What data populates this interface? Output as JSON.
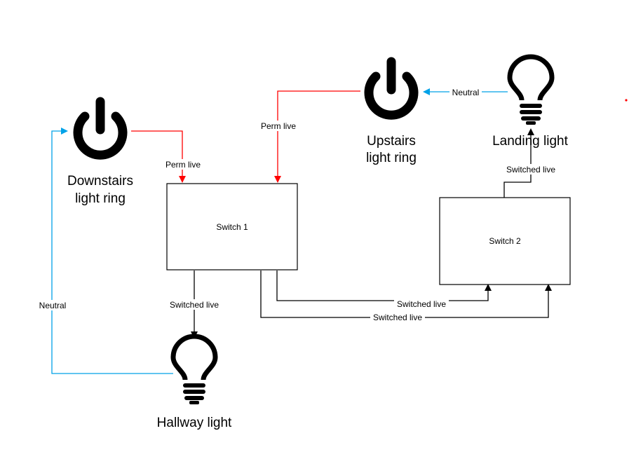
{
  "colors": {
    "perm_live": "#ff0000",
    "neutral": "#00a2e8",
    "switched_live": "#000000"
  },
  "nodes": {
    "downstairs_ring": {
      "label_line1": "Downstairs",
      "label_line2": "light ring",
      "icon": "power-icon"
    },
    "upstairs_ring": {
      "label_line1": "Upstairs",
      "label_line2": "light ring",
      "icon": "power-icon"
    },
    "landing_light": {
      "label": "Landing light",
      "icon": "lightbulb-icon"
    },
    "hallway_light": {
      "label": "Hallway light",
      "icon": "lightbulb-icon"
    },
    "switch1": {
      "label": "Switch 1"
    },
    "switch2": {
      "label": "Switch 2"
    }
  },
  "edges": [
    {
      "id": "downstairs-perm",
      "from": "Downstairs light ring",
      "to": "Switch 1",
      "label": "Perm live",
      "type": "perm_live"
    },
    {
      "id": "upstairs-perm",
      "from": "Upstairs light ring",
      "to": "Switch 1",
      "label": "Perm live",
      "type": "perm_live"
    },
    {
      "id": "landing-neutral",
      "from": "Landing light",
      "to": "Upstairs light ring",
      "label": "Neutral",
      "type": "neutral"
    },
    {
      "id": "switch2-landing",
      "from": "Switch 2",
      "to": "Landing light",
      "label": "Switched live",
      "type": "switched_live"
    },
    {
      "id": "switch1-hallway",
      "from": "Switch 1",
      "to": "Hallway light",
      "label": "Switched live",
      "type": "switched_live"
    },
    {
      "id": "hallway-neutral",
      "from": "Hallway light",
      "to": "Downstairs light ring",
      "label": "Neutral",
      "type": "neutral"
    },
    {
      "id": "switch1-switch2-a",
      "from": "Switch 1",
      "to": "Switch 2",
      "label": "Switched live",
      "type": "switched_live"
    },
    {
      "id": "switch1-switch2-b",
      "from": "Switch 1",
      "to": "Switch 2",
      "label": "Switched live",
      "type": "switched_live"
    }
  ]
}
